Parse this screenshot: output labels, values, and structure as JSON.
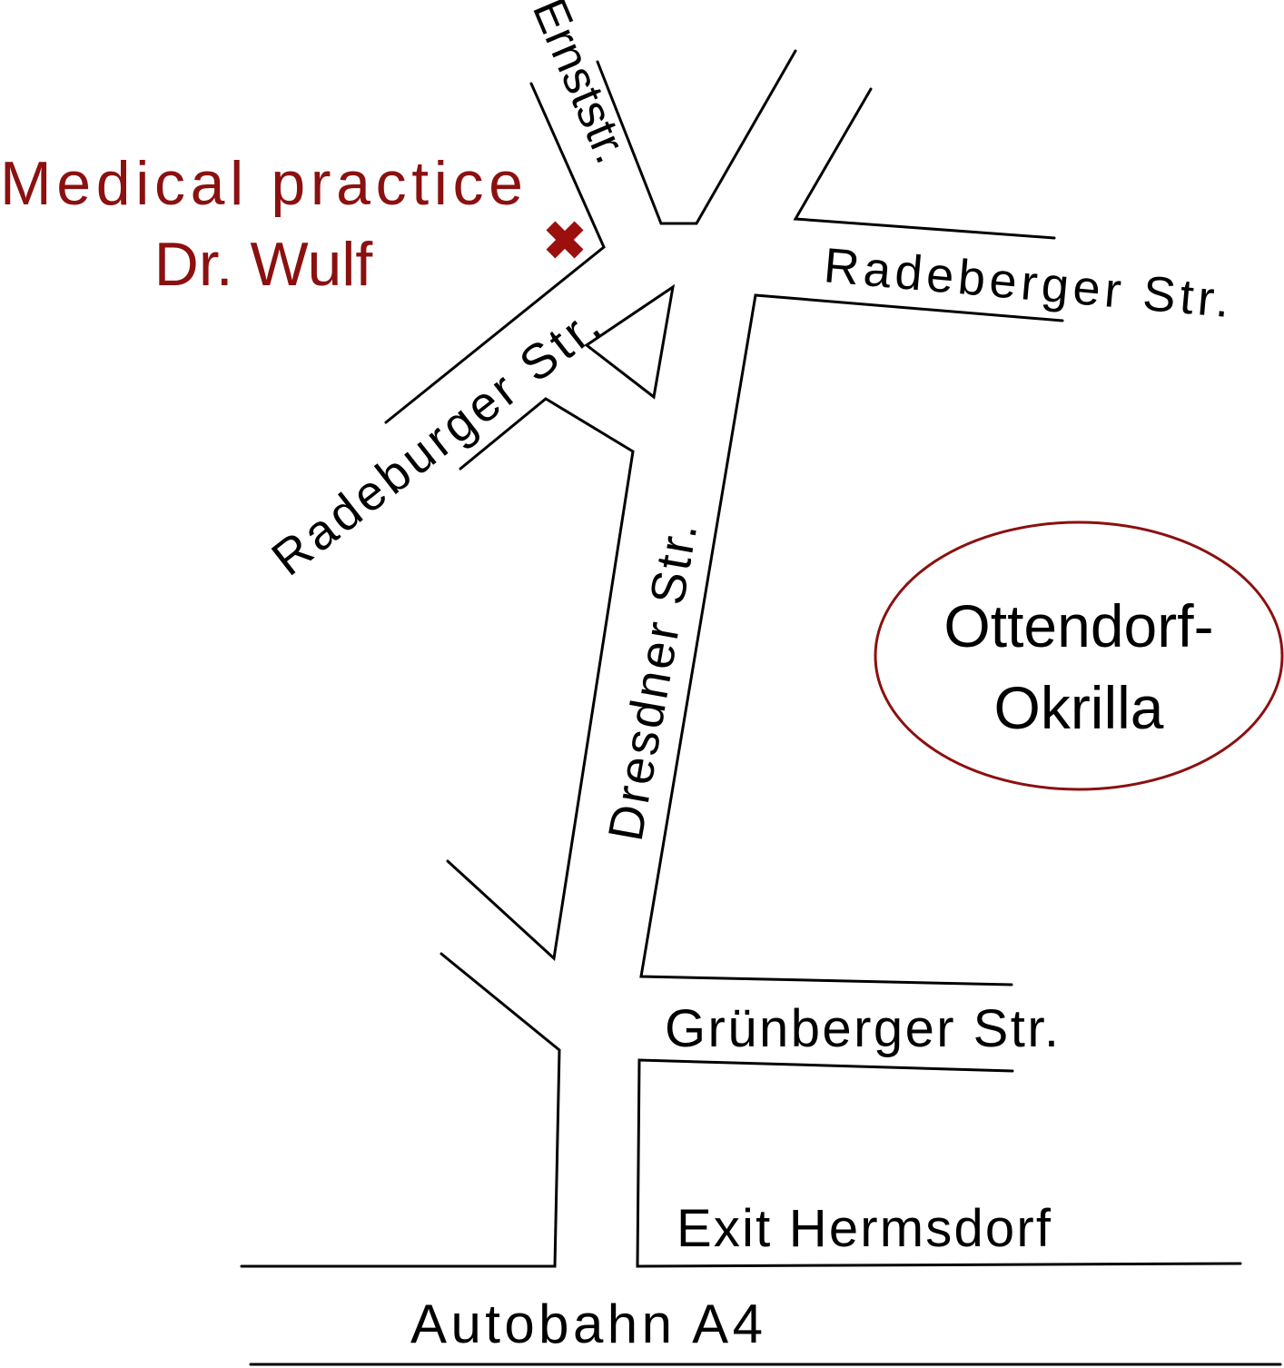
{
  "practice": {
    "line1": "Medical practice",
    "line2": "Dr. Wulf",
    "marker_icon": "red-cross-icon"
  },
  "streets": {
    "ernst": "Ernststr.",
    "radeberger": "Radeberger Str.",
    "radeburger": "Radeburger Str.",
    "dresdner": "Dresdner Str.",
    "gruenberger": "Grünberger Str.",
    "exit": "Exit Hermsdorf",
    "autobahn": "Autobahn A4"
  },
  "town": {
    "line1": "Ottendorf-",
    "line2": "Okrilla"
  },
  "colors": {
    "accent": "#8b1010",
    "road": "#000000"
  }
}
